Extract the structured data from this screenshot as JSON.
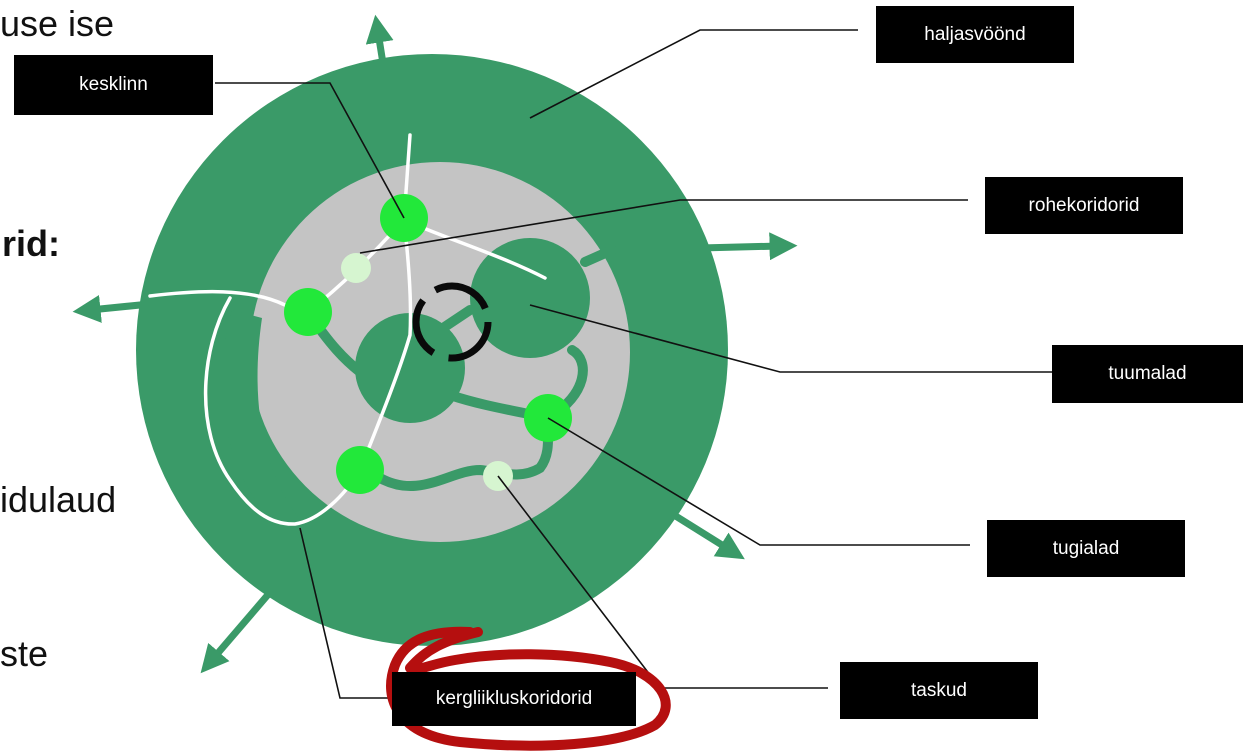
{
  "background_text": {
    "fragment_1": "use ise",
    "fragment_2": "rid:",
    "fragment_3": "idulaud",
    "fragment_4": "ste"
  },
  "labels": {
    "kesklinn": "kesklinn",
    "haljasvoond": "haljasvöönd",
    "rohekoridorid": "rohekoridorid",
    "tuumalad": "tuumalad",
    "tugialad": "tugialad",
    "taskud": "taskud",
    "kergliikluskoridorid": "kergliikluskoridorid"
  },
  "colors": {
    "outer_ring": "#3a9a68",
    "inner_area": "#c4c4c4",
    "bright_node": "#22e83a",
    "pale_node": "#d6f5d0",
    "annotation_circle": "#b50f0f"
  }
}
